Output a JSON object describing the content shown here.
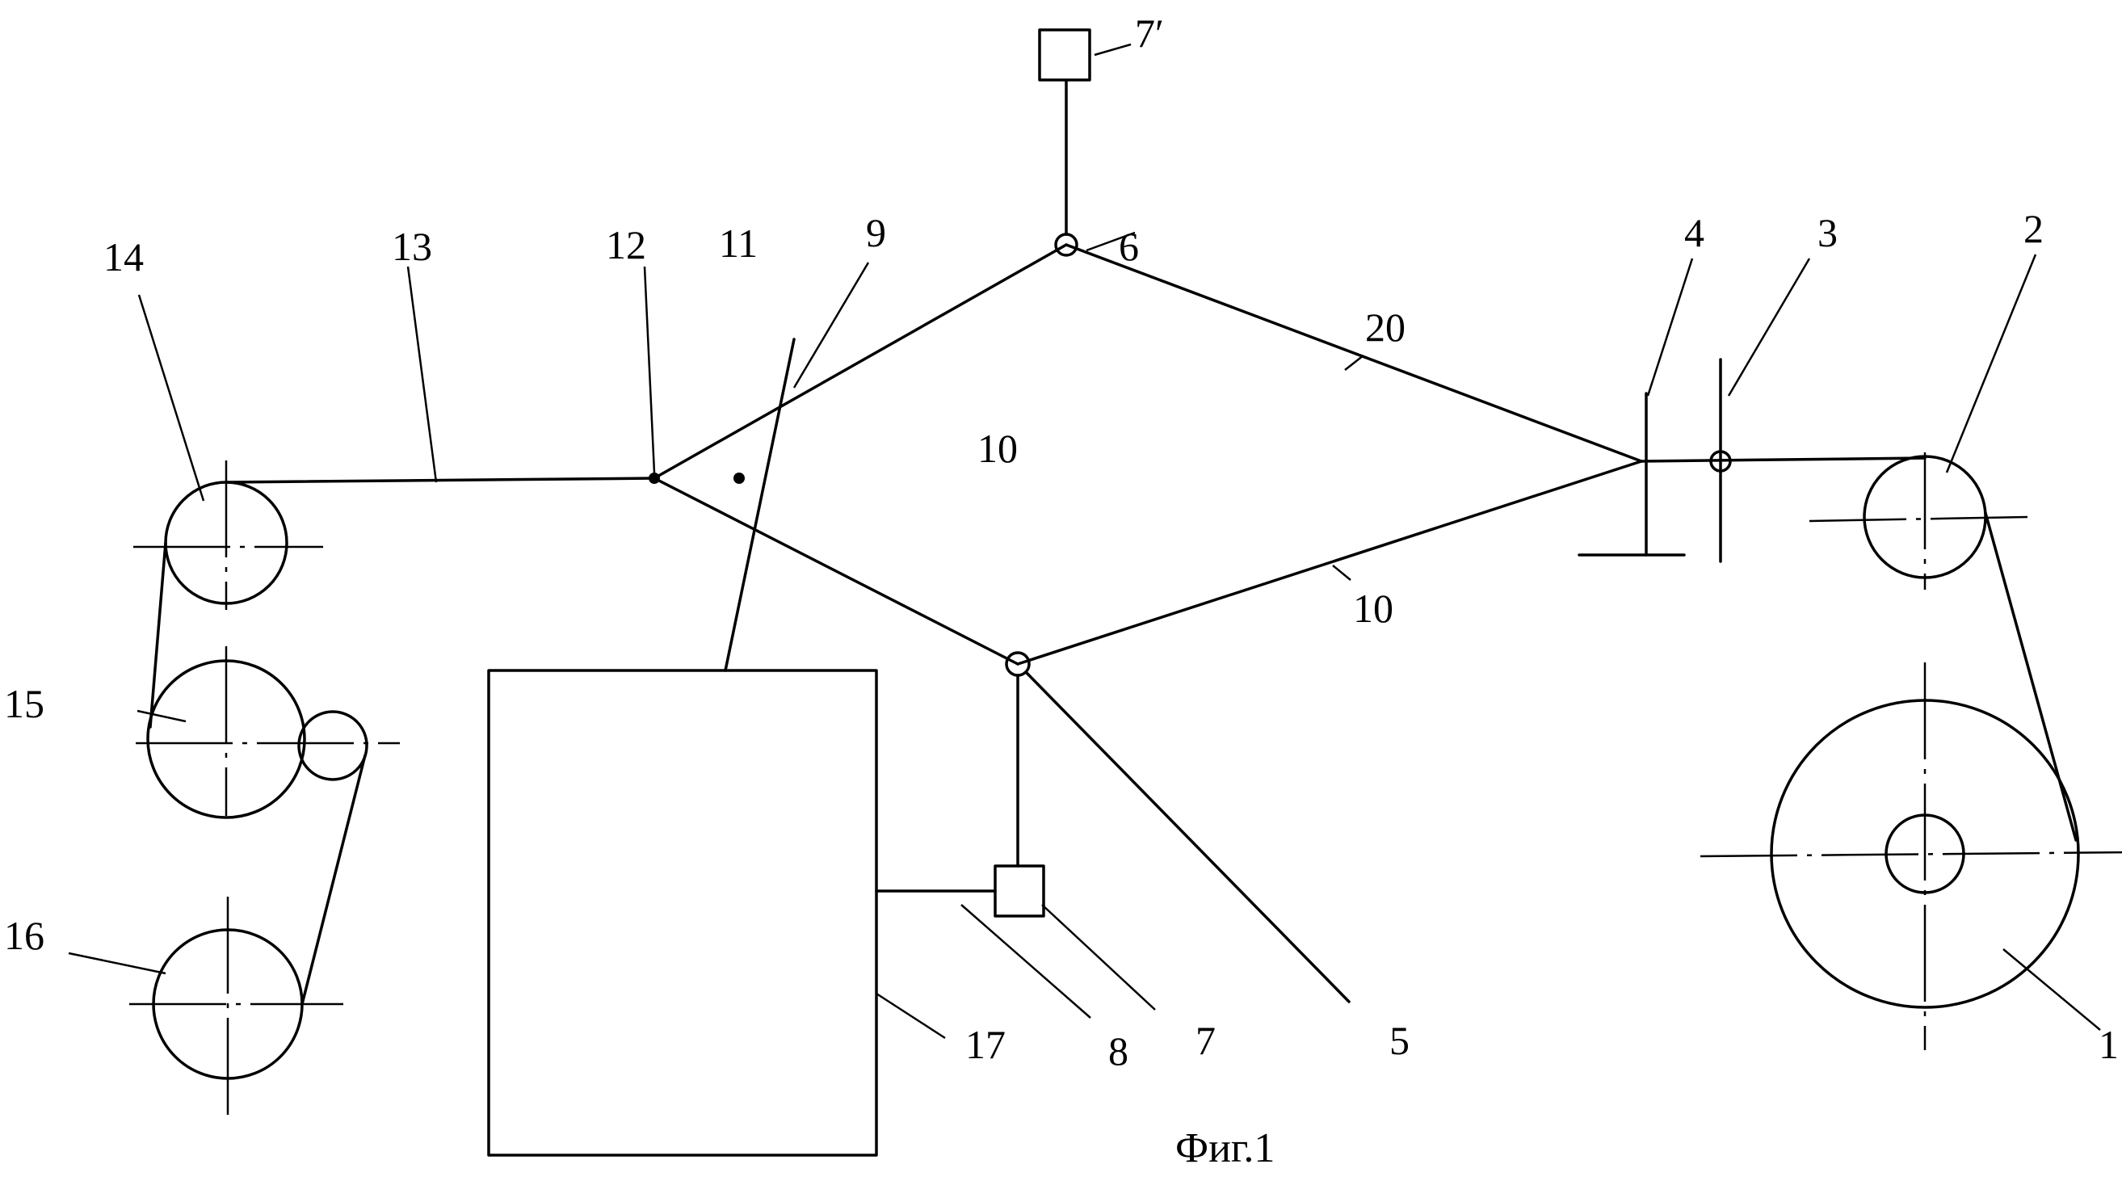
{
  "labels": {
    "l1": "1",
    "l2": "2",
    "l3": "3",
    "l4": "4",
    "l5": "5",
    "l6": "6",
    "l7": "7",
    "l7p": "7′",
    "l8": "8",
    "l9": "9",
    "l10_mid": "10",
    "l10_low": "10",
    "l11": "11",
    "l12": "12",
    "l13": "13",
    "l14": "14",
    "l15": "15",
    "l16": "16",
    "l17": "17",
    "l20": "20"
  },
  "caption": "Фиг.1"
}
